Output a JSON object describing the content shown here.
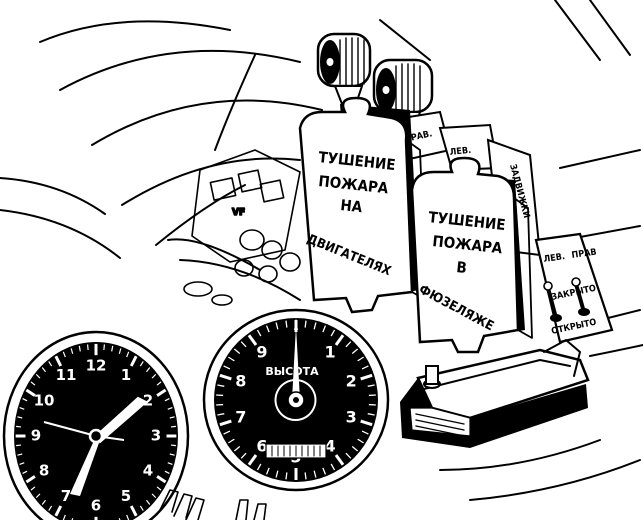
{
  "cards": {
    "engine": {
      "line1": "ТУШЕНИЕ",
      "line2": "ПОЖАРА",
      "line3": "НА",
      "line4": "ДВИГАТЕЛЯХ"
    },
    "fuselage": {
      "line1": "ТУШЕНИЕ",
      "line2": "ПОЖАРА",
      "line3": "В",
      "line4": "ФЮЗЕЛЯЖЕ"
    },
    "side_tabs": {
      "right": "ПРАВ.",
      "left": "ЛЕВ.",
      "flaps": "ЗАДВИЖКИ"
    }
  },
  "switch_panel": {
    "left": "ЛЕВ.",
    "right": "ПРАВ",
    "closed": "ЗАКРЫТО",
    "open": "ОТКРЫТО"
  },
  "clock": {
    "numbers": [
      "12",
      "1",
      "2",
      "3",
      "4",
      "5",
      "6",
      "7",
      "8",
      "9",
      "10",
      "11"
    ]
  },
  "altimeter": {
    "center_label": "ВЫСОТА",
    "numbers": [
      "0",
      "1",
      "2",
      "3",
      "4",
      "5",
      "6",
      "7",
      "8",
      "9"
    ]
  },
  "colors": {
    "ink": "#000000",
    "paper": "#ffffff"
  }
}
